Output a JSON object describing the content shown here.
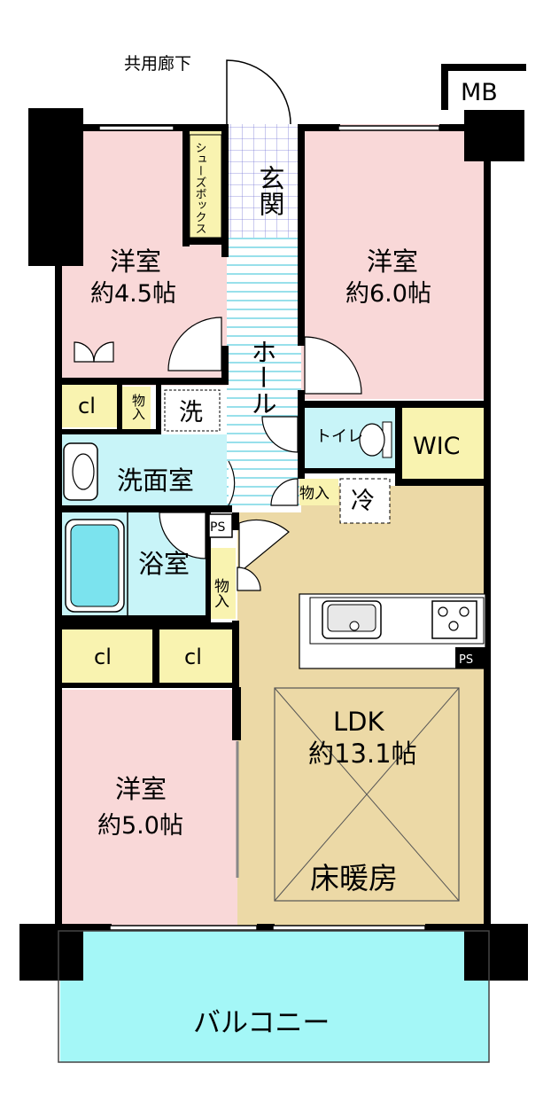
{
  "labels": {
    "corridor": "共用廊下",
    "mb": "MB",
    "shoe_box": "シューズボックス",
    "entrance": "玄関",
    "room_nw_name": "洋室",
    "room_nw_size": "約4.5帖",
    "room_ne_name": "洋室",
    "room_ne_size": "約6.0帖",
    "hall": "ホール",
    "closet_1": "cl",
    "storage_1": "物入",
    "washer": "洗",
    "toilet": "トイレ",
    "wic": "WIC",
    "washroom": "洗面室",
    "storage_2": "物入",
    "fridge": "冷",
    "ps_1": "PS",
    "bath": "浴室",
    "storage_3": "物入",
    "ps_2": "PS",
    "closet_2": "cl",
    "closet_3": "cl",
    "ldk_name": "LDK",
    "ldk_size": "約13.1帖",
    "floor_heating": "床暖房",
    "room_sw_name": "洋室",
    "room_sw_size": "約5.0帖",
    "balcony": "バルコニー"
  },
  "colors": {
    "bedroom": "#f9d8d8",
    "ldk": "#ecd9a6",
    "wet_area": "#c8f4f8",
    "storage": "#f9f3b0",
    "hall": "#ffffff",
    "balcony": "#a4f7f7",
    "wall": "#000000"
  }
}
